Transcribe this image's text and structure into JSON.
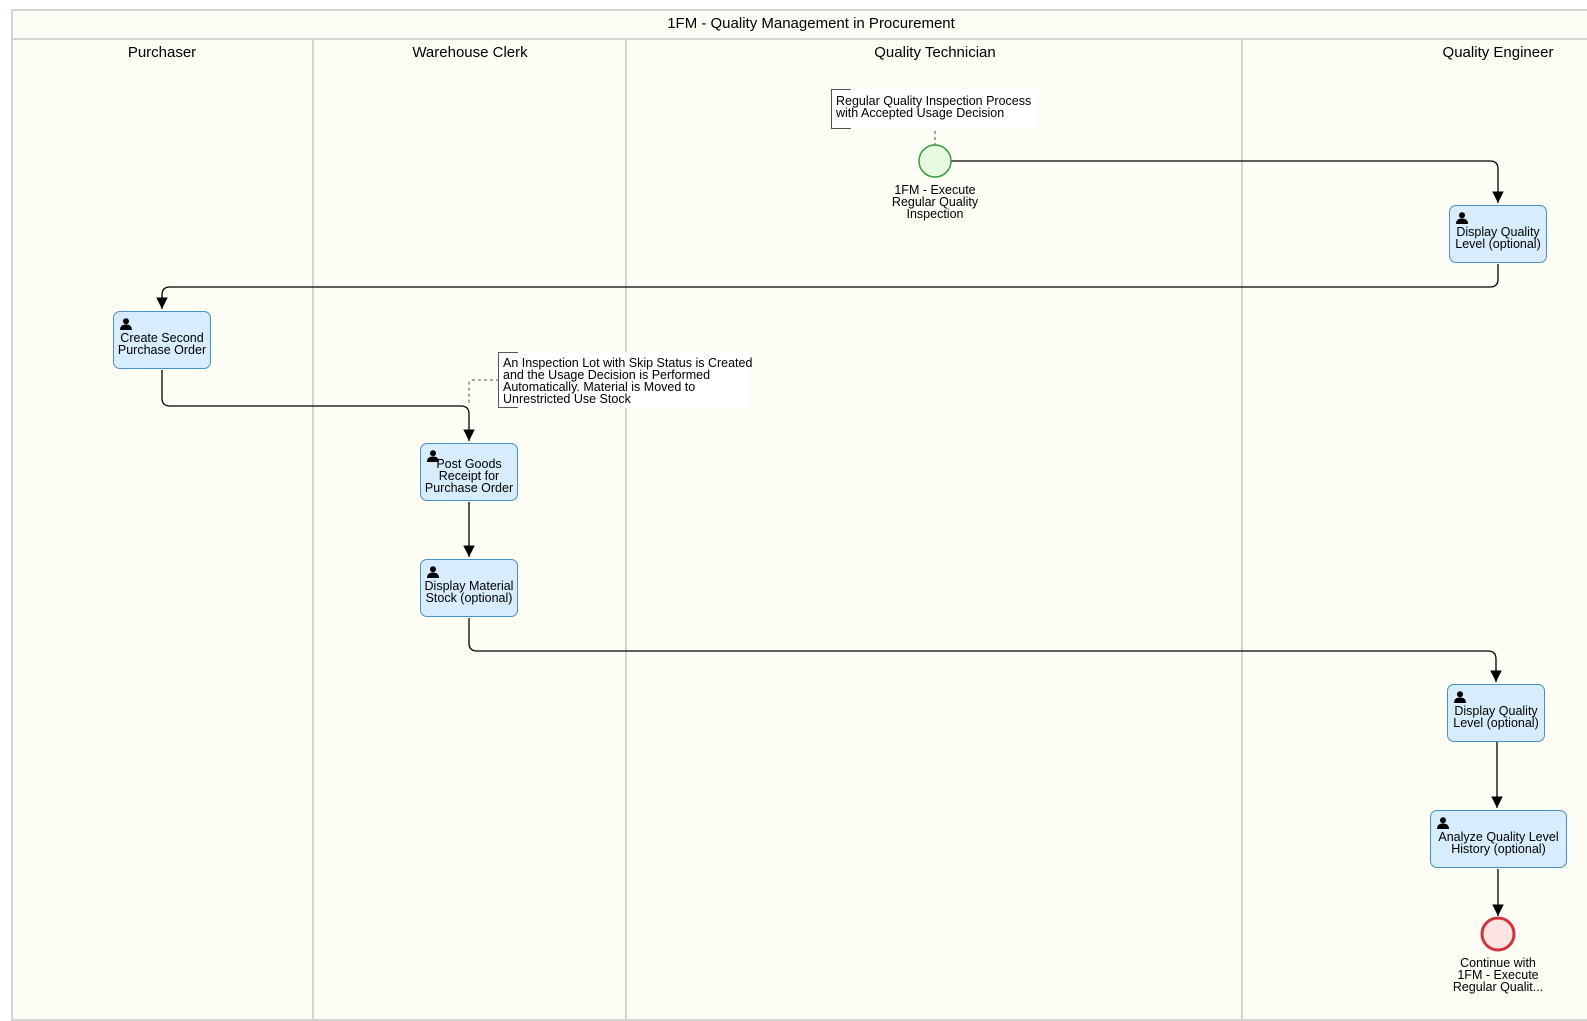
{
  "pool": {
    "title": "1FM - Quality Management in Procurement"
  },
  "lanes": [
    {
      "label": "Purchaser"
    },
    {
      "label": "Warehouse Clerk"
    },
    {
      "label": "Quality Technician"
    },
    {
      "label": "Quality Engineer"
    }
  ],
  "annotations": {
    "start_note": {
      "lines": [
        "Regular Quality Inspection Process",
        "with Accepted Usage Decision"
      ]
    },
    "skip_note": {
      "lines": [
        "An Inspection Lot with Skip Status is Created",
        "and the Usage Decision is Performed",
        "Automatically. Material is Moved to",
        "Unrestricted Use Stock"
      ]
    }
  },
  "events": {
    "start": {
      "type": "start",
      "lines": [
        "1FM - Execute",
        "Regular Quality",
        "Inspection"
      ]
    },
    "end": {
      "type": "end",
      "lines": [
        "Continue with",
        "1FM - Execute",
        "Regular Qualit..."
      ]
    }
  },
  "tasks": {
    "display_quality_level_1": {
      "lines": [
        "Display Quality",
        "Level (optional)"
      ],
      "icon": "user-icon"
    },
    "create_second_po": {
      "lines": [
        "Create Second",
        "Purchase Order"
      ],
      "icon": "user-icon"
    },
    "post_goods_receipt": {
      "lines": [
        "Post Goods",
        "Receipt for",
        "Purchase Order"
      ],
      "icon": "user-icon"
    },
    "display_material_stock": {
      "lines": [
        "Display Material",
        "Stock (optional)"
      ],
      "icon": "user-icon"
    },
    "display_quality_level_2": {
      "lines": [
        "Display Quality",
        "Level (optional)"
      ],
      "icon": "user-icon"
    },
    "analyze_quality_history": {
      "lines": [
        "Analyze Quality Level",
        "History (optional)"
      ],
      "icon": "user-icon"
    }
  },
  "colors": {
    "task_fill": "#d7ecfc",
    "task_border": "#4a90c2",
    "start_fill": "#e6fbe1",
    "start_stroke": "#3a9a3a",
    "end_fill": "#fde4e4",
    "end_stroke": "#d3333a",
    "lane_background": "#fdfdf6"
  }
}
